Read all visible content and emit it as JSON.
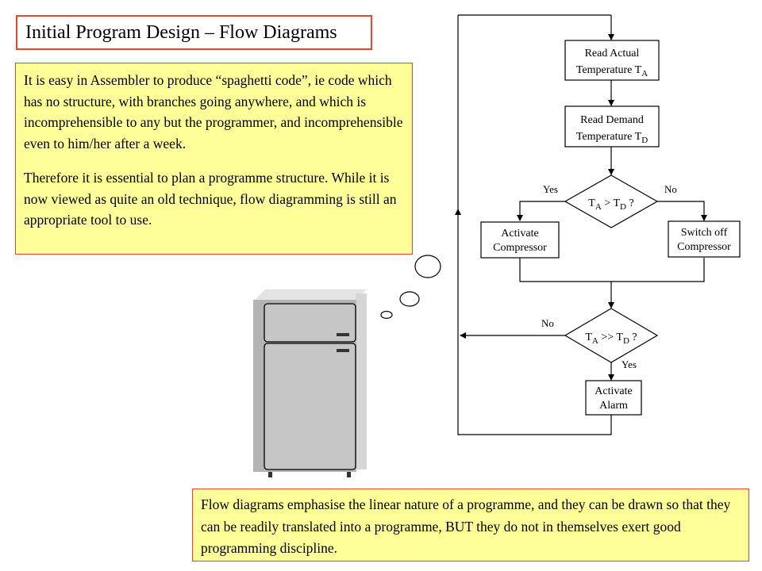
{
  "title": "Initial Program Design – Flow Diagrams",
  "intro": {
    "paragraph1": "It is easy in Assembler to produce “spaghetti code”, ie code which has no structure, with branches going anywhere, and which is incomprehensible to any but the programmer, and incomprehensible even to him/her after a week.",
    "paragraph2": "Therefore it is essential to plan a programme structure. While it is now viewed as quite an old technique, flow diagramming is still an appropriate tool to use."
  },
  "footer_note": "Flow diagrams emphasise the linear nature of a programme, and they can be drawn so that they can be readily translated into a programme, BUT they do not in themselves exert good programming discipline.",
  "flowchart": {
    "read_actual": {
      "line1": "Read Actual",
      "line2": "Temperature T",
      "sub": "A"
    },
    "read_demand": {
      "line1": "Read Demand",
      "line2": "Temperature T",
      "sub": "D"
    },
    "decision1": {
      "t": "T",
      "sub1": "A",
      "op": " > T",
      "sub2": "D",
      "q": " ?",
      "yes": "Yes",
      "no": "No"
    },
    "activate_compressor": {
      "line1": "Activate",
      "line2": "Compressor"
    },
    "switch_off_compressor": {
      "line1": "Switch off",
      "line2": "Compressor"
    },
    "decision2": {
      "t": "T",
      "sub1": "A",
      "op": " >> T",
      "sub2": "D",
      "q": " ?",
      "yes": "Yes",
      "no": "No"
    },
    "activate_alarm": {
      "line1": "Activate",
      "line2": "Alarm"
    }
  },
  "colors": {
    "note_fill": "#ffff99",
    "border_accent": "#e8452f",
    "fridge_body": "#bdbdbd",
    "fridge_shadow": "#d6d6d6"
  }
}
